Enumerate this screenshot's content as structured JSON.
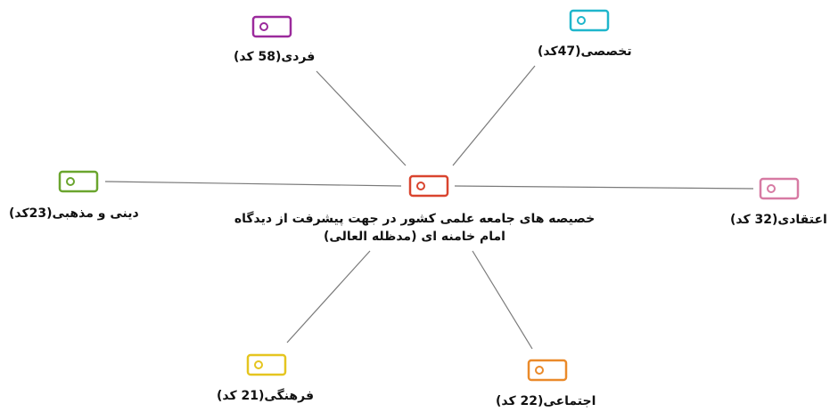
{
  "center": {
    "line1": "خصیصه های جامعه علمی کشور در جهت پیشرفت از دیدگاه",
    "line2": "امام خامنه ای (مدظله العالی)",
    "color": "#d9442e"
  },
  "nodes": {
    "fardi": {
      "label": "فردی(58 کد)",
      "color": "#9b2a9c"
    },
    "takhassosi": {
      "label": "تخصصی(47کد)",
      "color": "#1fb6cc"
    },
    "dini": {
      "label": "دینی و مذهبی(23کد)",
      "color": "#6aa52e"
    },
    "eteghadi": {
      "label": "اعتقادی(32 کد)",
      "color": "#d77aa3"
    },
    "farhangi": {
      "label": "فرهنگی(21 کد)",
      "color": "#e5c51f"
    },
    "ejtemaei": {
      "label": "اجتماعی(22 کد)",
      "color": "#ea8a2a"
    }
  }
}
